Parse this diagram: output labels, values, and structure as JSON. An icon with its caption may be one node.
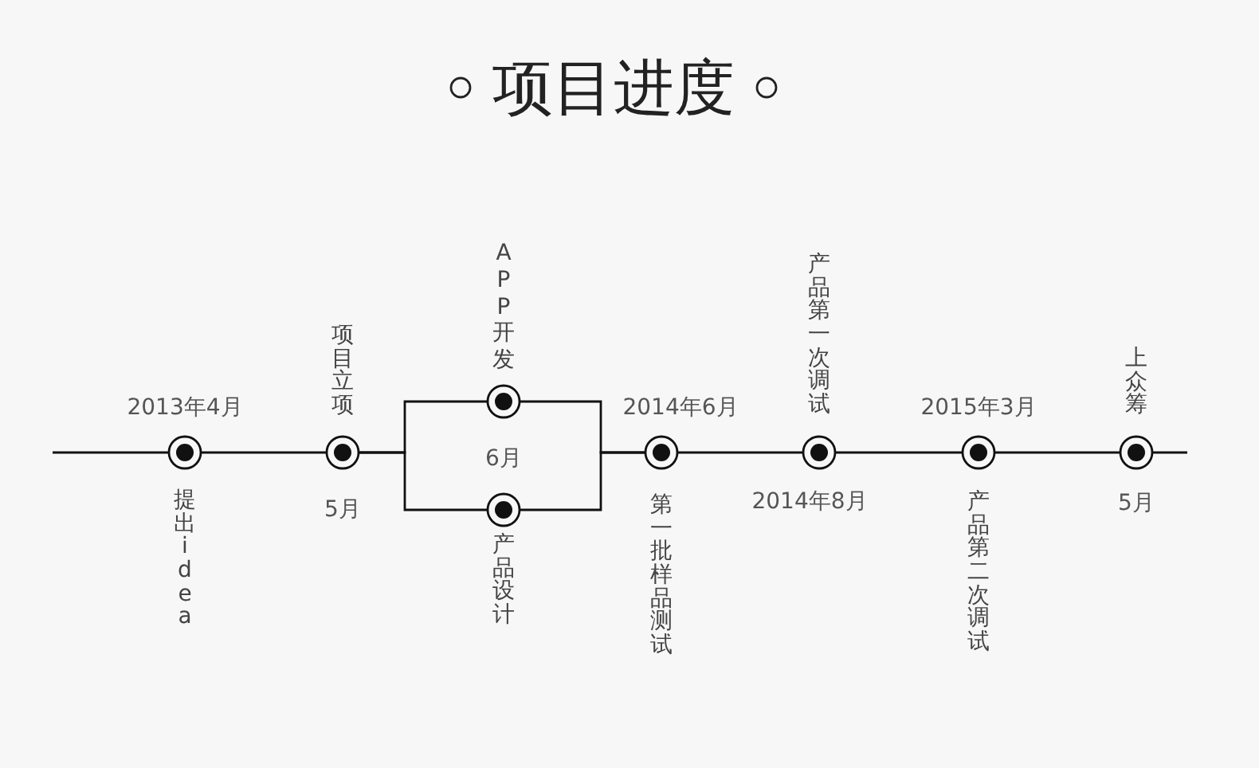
{
  "diagram": {
    "title": "项目进度",
    "nodes": [
      {
        "text": [],
        "shape": "circle",
        "beside": [
          "2013年4月",
          "提出idea"
        ]
      },
      {
        "text": [],
        "shape": "circle",
        "beside": [
          "项目立项",
          "5月"
        ]
      },
      {
        "text": [],
        "shape": "circle",
        "beside": [
          "APP开发"
        ]
      },
      {
        "text": [],
        "shape": "circle",
        "beside": [
          "产品设计"
        ]
      },
      {
        "text": [],
        "shape": "circle",
        "beside": [
          "2014年6月",
          "第一批样品测试"
        ]
      },
      {
        "text": [],
        "shape": "circle",
        "beside": [
          "产品第一次调试",
          "2014年8月"
        ]
      },
      {
        "text": [],
        "shape": "circle",
        "beside": [
          "2015年3月",
          "产品第二次调试"
        ]
      },
      {
        "text": [],
        "shape": "circle",
        "beside": [
          "上众筹",
          "5月"
        ]
      }
    ],
    "edges": [
      {
        "from": null,
        "to": 0,
        "arrow": "none"
      },
      {
        "from": 0,
        "to": 1,
        "arrow": "none"
      },
      {
        "from": 1,
        "to": 2,
        "arrow": "none"
      },
      {
        "from": 1,
        "to": 3,
        "arrow": "none"
      },
      {
        "from": 2,
        "to": 4,
        "arrow": "none"
      },
      {
        "from": 3,
        "to": 4,
        "arrow": "none"
      },
      {
        "from": 4,
        "to": 5,
        "arrow": "none"
      },
      {
        "from": 5,
        "to": 6,
        "arrow": "none"
      },
      {
        "from": 6,
        "to": 7,
        "arrow": "none"
      },
      {
        "from": 7,
        "to": null,
        "arrow": "none"
      }
    ],
    "labels": [
      "6月"
    ]
  }
}
